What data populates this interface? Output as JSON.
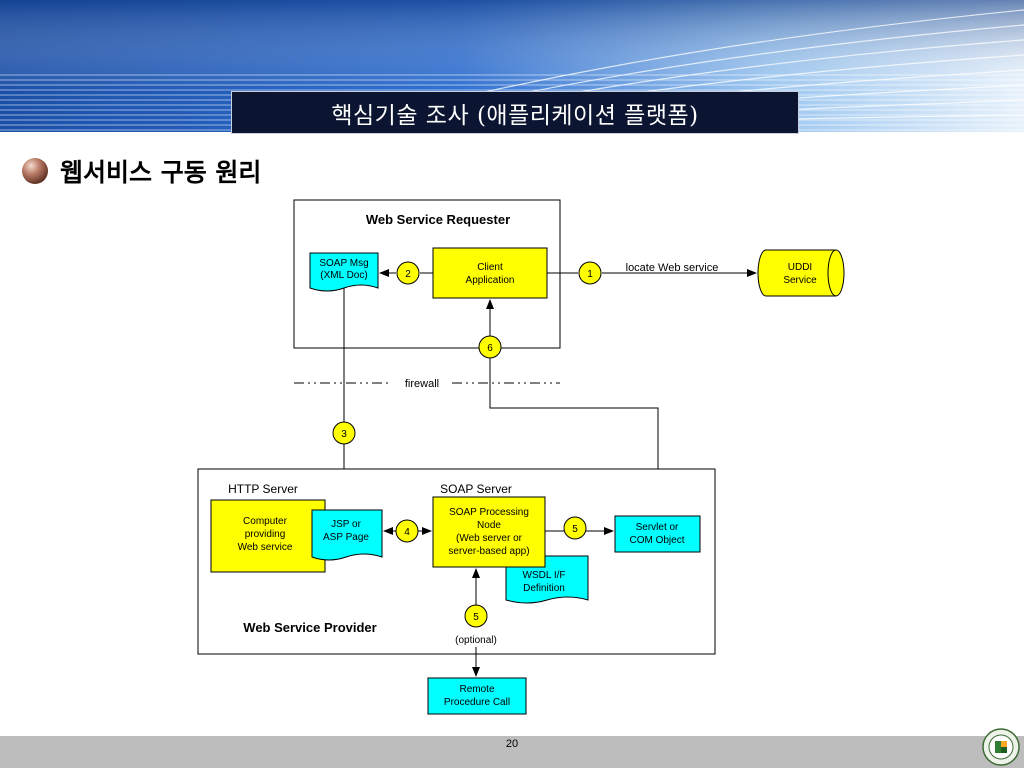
{
  "slide": {
    "title": "핵심기술 조사 (애플리케이션 플랫폼)",
    "heading": "웹서비스 구동 원리",
    "page_number": "20"
  },
  "diagram": {
    "requester_title": "Web Service Requester",
    "provider_title": "Web Service Provider",
    "soap_msg_line1": "SOAP Msg",
    "soap_msg_line2": "(XML Doc)",
    "client_line1": "Client",
    "client_line2": "Application",
    "uddi_line1": "UDDI",
    "uddi_line2": "Service",
    "locate_label": "locate Web service",
    "firewall_label": "firewall",
    "http_server_label": "HTTP Server",
    "soap_server_label": "SOAP Server",
    "computer_line1": "Computer",
    "computer_line2": "providing",
    "computer_line3": "Web service",
    "jsp_line1": "JSP or",
    "jsp_line2": "ASP Page",
    "soap_node_line1": "SOAP Processing",
    "soap_node_line2": "Node",
    "soap_node_line3": "(Web server or",
    "soap_node_line4": "server-based app)",
    "servlet_line1": "Servlet or",
    "servlet_line2": "COM Object",
    "wsdl_line1": "WSDL I/F",
    "wsdl_line2": "Definition",
    "rpc_line1": "Remote",
    "rpc_line2": "Procedure Call",
    "optional_label": "(optional)",
    "step1": "1",
    "step2": "2",
    "step3": "3",
    "step4": "4",
    "step5a": "5",
    "step5b": "5",
    "step6": "6"
  },
  "colors": {
    "yellow": "#ffff00",
    "cyan": "#00ffff",
    "title_bg": "#0b1430",
    "footer": "#bdbdbd"
  }
}
